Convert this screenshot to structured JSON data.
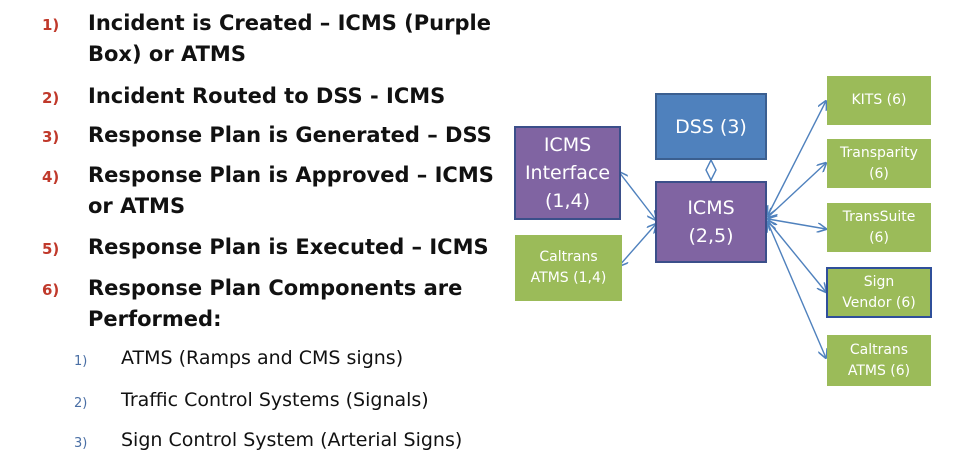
{
  "steps": [
    {
      "num": "1)",
      "lines": [
        "Incident is Created – ICMS (Purple",
        "Box) or ATMS"
      ]
    },
    {
      "num": "2)",
      "lines": [
        "Incident Routed to DSS - ICMS"
      ]
    },
    {
      "num": "3)",
      "lines": [
        "Response Plan is Generated – DSS"
      ]
    },
    {
      "num": "4)",
      "lines": [
        "Response Plan is Approved – ICMS",
        "or ATMS"
      ]
    },
    {
      "num": "5)",
      "lines": [
        "Response Plan is Executed – ICMS"
      ]
    },
    {
      "num": "6)",
      "lines": [
        "Response Plan Components are",
        "Performed:"
      ]
    }
  ],
  "substeps": [
    {
      "num": "1)",
      "text": "ATMS (Ramps and CMS signs)"
    },
    {
      "num": "2)",
      "text": "Traffic Control Systems (Signals)"
    },
    {
      "num": "3)",
      "text": "Sign Control System (Arterial Signs)"
    }
  ],
  "diagram": {
    "icms_interface": [
      "ICMS",
      "Interface",
      "(1,4)"
    ],
    "dss": [
      "DSS (3)"
    ],
    "icms": [
      "ICMS",
      "(2,5)"
    ],
    "caltrans_atms_left": [
      "Caltrans",
      "ATMS (1,4)"
    ],
    "kits": [
      "KITS (6)"
    ],
    "transparity": [
      "Transparity",
      "(6)"
    ],
    "transsuite": [
      "TransSuite",
      "(6)"
    ],
    "sign_vendor": [
      "Sign",
      "Vendor (6)"
    ],
    "caltrans_atms_right": [
      "Caltrans",
      "ATMS (6)"
    ],
    "colors": {
      "purple": "#8064a2",
      "blue": "#4f81bd",
      "green": "#9bbb59",
      "arrow": "#4f81bd",
      "step_number": "#c0392b"
    }
  }
}
